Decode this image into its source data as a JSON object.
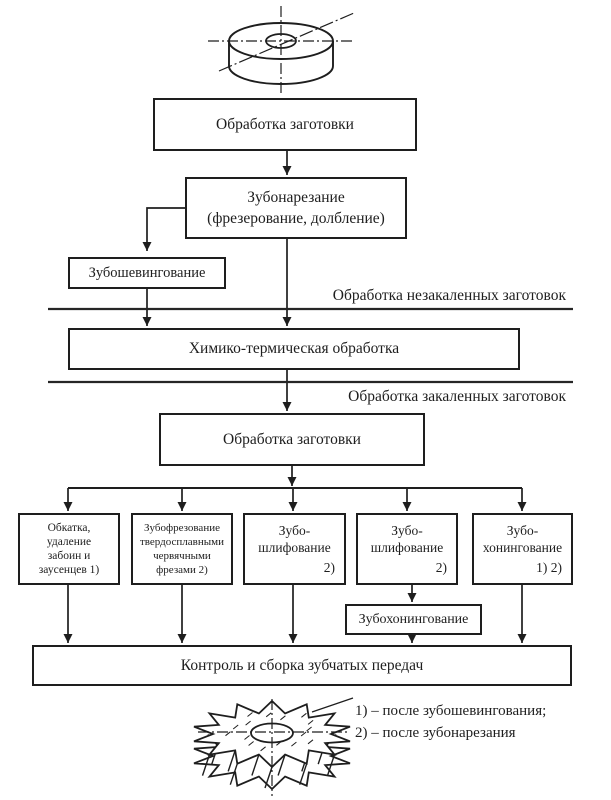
{
  "colors": {
    "ink": "#1e1e1e",
    "paper": "#ffffff"
  },
  "figures": {
    "top_figure": "gear-blank-drawing",
    "bottom_figure": "gear-drawing"
  },
  "flowchart": {
    "blank_processing_top": "Обработка заготовки",
    "gear_cutting": "Зубонарезание\n(фрезерование, долбление)",
    "gear_shaving": "Зубошевингование",
    "section_unhardened": "Обработка незакаленных заготовок",
    "chemical_thermal": "Химико-термическая обработка",
    "section_hardened": "Обработка закаленных заготовок",
    "blank_processing_mid": "Обработка заготовки",
    "rolling_deburring": "Обкатка,\nудаление\nзабоин и\nзаусенцев 1)",
    "carbide_hobbing": "Зубофрезование\nтвердосплавными\nчервячными\nфрезами 2)",
    "gear_grinding_left": {
      "label": "Зубо-\nшлифование",
      "note": "2)"
    },
    "gear_grinding_right": {
      "label": "Зубо-\nшлифование",
      "note": "2)"
    },
    "gear_honing_right": {
      "label": "Зубо-\nхонингование",
      "note": "1) 2)"
    },
    "gear_honing_small": "Зубохонингование",
    "control_assembly": "Контроль и сборка зубчатых передач",
    "legend": [
      "1) – после зубошевингования;",
      "2) – после зубонарезания"
    ]
  }
}
